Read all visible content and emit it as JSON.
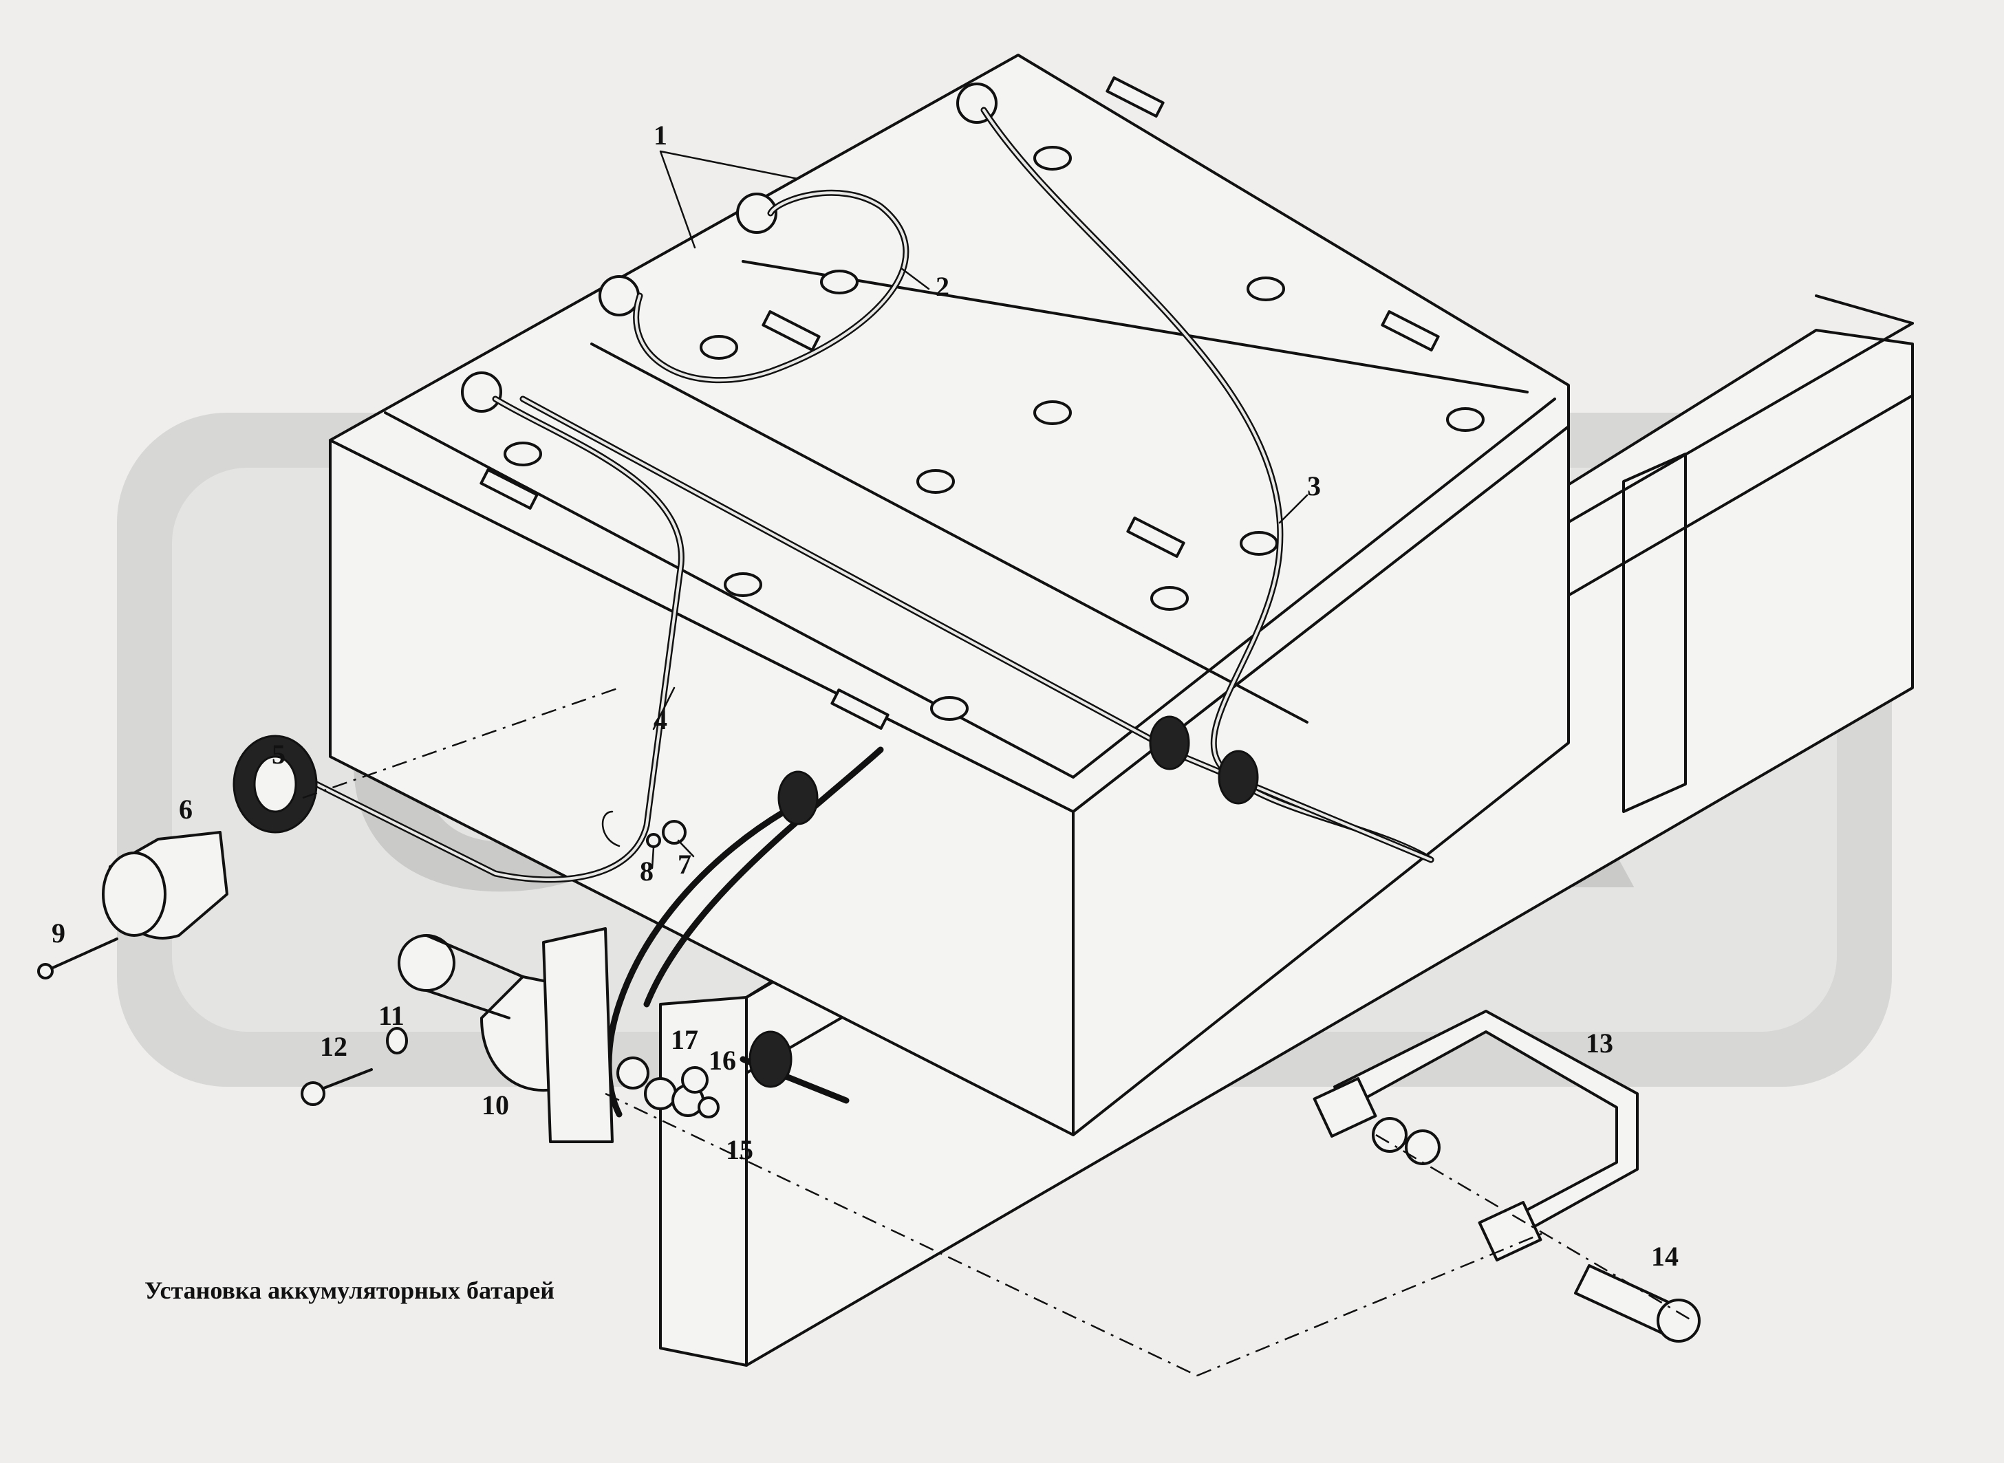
{
  "caption": "Установка аккумуляторных батарей",
  "watermark": "ОРЕХ",
  "callouts": [
    "1",
    "2",
    "3",
    "4",
    "5",
    "6",
    "7",
    "8",
    "9",
    "10",
    "11",
    "12",
    "13",
    "14",
    "15",
    "16",
    "17"
  ],
  "colors": {
    "background": "#efeeec",
    "line": "#111111",
    "watermark": "#bdbdbb"
  }
}
